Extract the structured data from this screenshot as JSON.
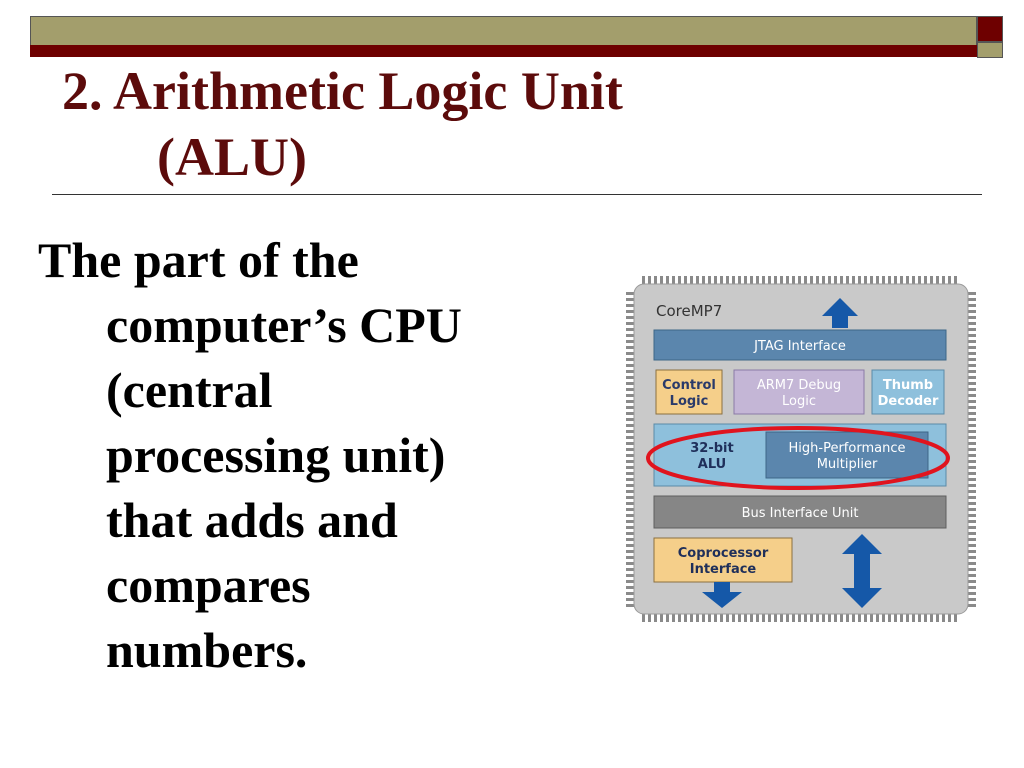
{
  "slide": {
    "title_line1": "2. Arithmetic Logic Unit",
    "title_line2": "(ALU)",
    "body_lines": [
      "The part of the",
      "computer’s CPU",
      "(central",
      "processing unit)",
      "that adds and",
      "compares",
      "numbers."
    ]
  },
  "diagram": {
    "chip_label": "CoreMP7",
    "jtag_label": "JTAG Interface",
    "control_logic": [
      "Control",
      "Logic"
    ],
    "arm7_debug": [
      "ARM7 Debug",
      "Logic"
    ],
    "thumb_decoder": [
      "Thumb",
      "Decoder"
    ],
    "alu": [
      "32-bit",
      "ALU"
    ],
    "multiplier": [
      "High-Performance",
      "Multiplier"
    ],
    "bus_interface": "Bus Interface Unit",
    "coprocessor": [
      "Coprocessor",
      "Interface"
    ],
    "colors": {
      "chip": "#c9c9c9",
      "blue_block": "#5b86ad",
      "light_blue": "#8ec0dc",
      "tan": "#f5cf8a",
      "lavender": "#c4b6d6",
      "gray_block": "#868686",
      "arrow": "#1558a8",
      "highlight": "#e0141e"
    }
  }
}
